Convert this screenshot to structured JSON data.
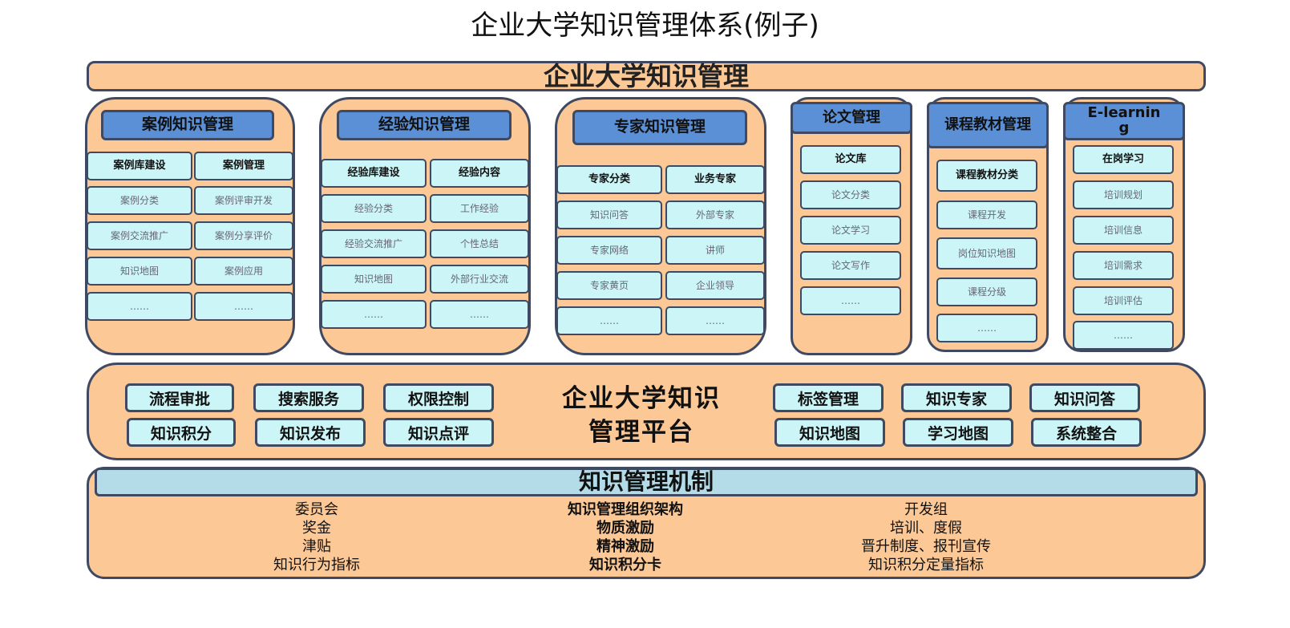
{
  "page_title": "企业大学知识管理体系(例子)",
  "top_banner": "企业大学知识管理",
  "modules": [
    {
      "header": "案例知识管理",
      "rows": [
        [
          "案例库建设",
          "案例管理"
        ],
        [
          "案例分类",
          "案例评审开发"
        ],
        [
          "案例交流推广",
          "案例分享评价"
        ],
        [
          "知识地图",
          "案例应用"
        ],
        [
          "……",
          "……"
        ]
      ]
    },
    {
      "header": "经验知识管理",
      "rows": [
        [
          "经验库建设",
          "经验内容"
        ],
        [
          "经验分类",
          "工作经验"
        ],
        [
          "经验交流推广",
          "个性总结"
        ],
        [
          "知识地图",
          "外部行业交流"
        ],
        [
          "……",
          "……"
        ]
      ]
    },
    {
      "header": "专家知识管理",
      "rows": [
        [
          "专家分类",
          "业务专家"
        ],
        [
          "知识问答",
          "外部专家"
        ],
        [
          "专家网络",
          "讲师"
        ],
        [
          "专家黄页",
          "企业领导"
        ],
        [
          "……",
          "……"
        ]
      ]
    },
    {
      "header": "论文管理",
      "items": [
        "论文库",
        "论文分类",
        "论文学习",
        "论文写作",
        "……"
      ]
    },
    {
      "header": "课程教材管理",
      "items": [
        "课程教材分类",
        "课程开发",
        "岗位知识地图",
        "课程分级",
        "……"
      ]
    },
    {
      "header": "E-learning",
      "items": [
        "在岗学习",
        "培训规划",
        "培训信息",
        "培训需求",
        "培训评估",
        "……"
      ]
    }
  ],
  "platform": {
    "title": "企业大学知识管理平台",
    "left_buttons": [
      "流程审批",
      "搜索服务",
      "权限控制",
      "知识积分",
      "知识发布",
      "知识点评"
    ],
    "right_buttons": [
      "标签管理",
      "知识专家",
      "知识问答",
      "知识地图",
      "学习地图",
      "系统整合"
    ]
  },
  "mechanism": {
    "title": "知识管理机制",
    "left": [
      "委员会",
      "奖金",
      "津贴",
      "知识行为指标"
    ],
    "middle": [
      "知识管理组织架构",
      "物质激励",
      "精神激励",
      "知识积分卡"
    ],
    "right": [
      "开发组",
      "培训、度假",
      "晋升制度、报刊宣传",
      "知识积分定量指标"
    ]
  },
  "colors": {
    "peach_fill": "#fbc896",
    "cyan_cell": "#ccf5f7",
    "blue_header": "#5b8fd6",
    "mechanism_header": "#b3dce8",
    "border": "#3f4a62"
  }
}
